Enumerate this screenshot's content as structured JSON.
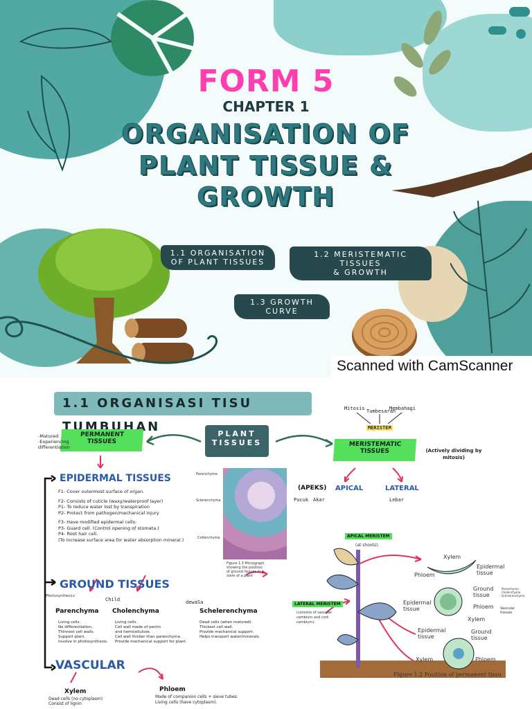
{
  "cover": {
    "form": "FORM 5",
    "chapter": "CHAPTER 1",
    "title_lines": [
      "ORGANISATION OF",
      "PLANT TISSUE &",
      "GROWTH"
    ],
    "topics": [
      {
        "line1": "1.1 ORGANISATION",
        "line2": "OF PLANT TISSUES"
      },
      {
        "line1": "1.2 MERISTEMATIC TISSUES",
        "line2": "& GROWTH"
      },
      {
        "line1": "1.3 GROWTH CURVE",
        "line2": ""
      }
    ],
    "watermark": "Scanned with CamScanner"
  },
  "notes": {
    "section_title": "1.1 ORGANISASI  TISU TUMBUHAN",
    "center_box": {
      "line1": "PLANT",
      "line2": "TISSUES"
    },
    "permanent": {
      "line1": "PERMANENT",
      "line2": "TISSUES",
      "side": [
        "-Matured",
        "-Experiencing",
        " differentiation"
      ]
    },
    "meristematic": {
      "line1": "MERISTEMATIC",
      "line2": "TISSUES",
      "note": "(Actively dividing by mitosis)"
    },
    "meristem_map": {
      "top": "Tumbesaran",
      "left": "Mitosis",
      "right": "Membahagi",
      "center": "MERISTEM"
    },
    "apical": "APICAL",
    "apeks": "(APEKS)",
    "apeks_sub": [
      "Pucuk",
      "Akar"
    ],
    "lateral": "LATERAL",
    "lateral_sub": "Lebar",
    "epidermal": {
      "title": "EPIDERMAL TISSUES",
      "lines": [
        "F1- Cover outermost surface of organ.",
        "F2- Consists of cuticle (waxy/waterproof layer)",
        "P1- To reduce water lost by transpiration",
        "P2- Protect from pathogen/mechanical injury",
        "F3- Have modified epidermal cells:",
        "P3- Guard cell. (Control opening of stomata.)",
        "P4- Root hair cell.",
        "(To increase surface area for water absorption mineral.)"
      ]
    },
    "micrograph": {
      "labels": [
        "Parenchyma",
        "Sclerenchyma",
        "Collenchyma"
      ],
      "caption": [
        "Figure 1.3 Micrograph",
        "showing the position",
        "of ground tissues in a",
        "stem of a plant"
      ]
    },
    "ground": {
      "title": "GROUND TISSUES",
      "columns": [
        {
          "note": "Photosynthesis",
          "name": "Parenchyma",
          "lines": [
            "Living cells.",
            "No differentiation.",
            "Thinnest cell walls.",
            "Support plant.",
            "Involve in photosynthesis."
          ]
        },
        {
          "note": "Child",
          "name": "Cholenchyma",
          "lines": [
            "Living cells.",
            "Cell wall made of pectin",
            "and hemicellulose.",
            "Cell wall thicker than parenchyma.",
            "Provide mechanical support for plant."
          ]
        },
        {
          "note": "dewaSa",
          "name": "Schelerenchyma",
          "lines": [
            "Dead cells (when matured).",
            "Thickest cell wall.",
            "Provide mechanical support.",
            "Helps transport water/minerals."
          ]
        }
      ]
    },
    "vascular": {
      "title": "VASCULAR",
      "xylem": {
        "name": "Xylem",
        "lines": [
          "Dead cells (no cytoplasm)",
          "Consist of lignin"
        ]
      },
      "phloem": {
        "name": "Phloem",
        "lines": [
          "Made of companion cells + sieve tubes.",
          "Living cells (have cytoplasm)."
        ]
      }
    },
    "figure12": {
      "apical_box": "APICAL MERISTEM",
      "apical_sub": "(at shoots).",
      "lateral_box": "LATERAL MERISTEM",
      "lateral_sub": [
        "(consists of vascular",
        "cambium and cork",
        "cambium)."
      ],
      "labels": {
        "xylem": "Xylem",
        "phloem": "Phloem",
        "epidermal": "Epidermal",
        "tissue": "tissue",
        "ground": "Ground",
        "ground_tissue": "tissue",
        "notes": [
          "Parenchyma",
          "Cholenchyma",
          "Schelerenchyma"
        ],
        "vascular_note": [
          "Vascular",
          "tissues"
        ]
      },
      "caption": "Figure 1.2 Position of permanent tissu"
    }
  }
}
